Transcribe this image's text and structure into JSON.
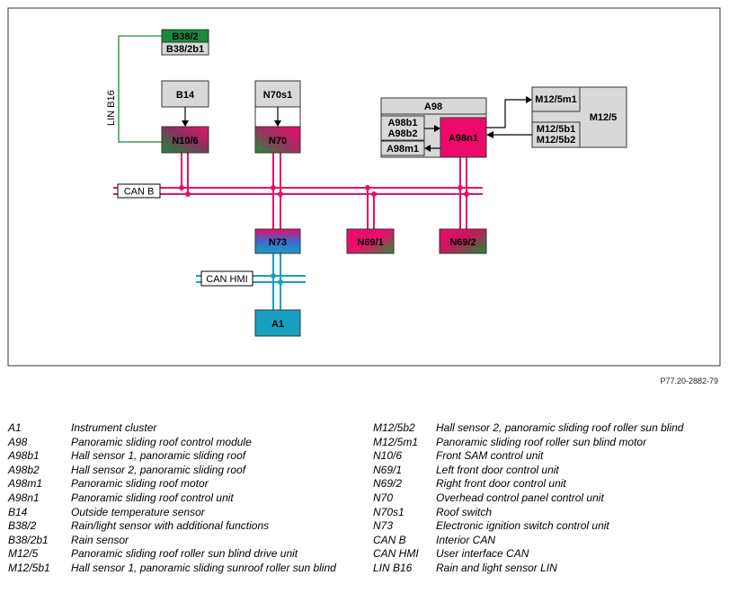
{
  "components": {
    "b38_2": "B38/2",
    "b38_2b1": "B38/2b1",
    "b14": "B14",
    "n70s1": "N70s1",
    "a98": "A98",
    "a98b1": "A98b1",
    "a98b2": "A98b2",
    "a98m1": "A98m1",
    "a98n1": "A98n1",
    "m12_5": "M12/5",
    "m12_5m1": "M12/5m1",
    "m12_5b1": "M12/5b1",
    "m12_5b2": "M12/5b2",
    "n10_6": "N10/6",
    "n70": "N70",
    "n73": "N73",
    "n69_1": "N69/1",
    "n69_2": "N69/2",
    "a1": "A1"
  },
  "bus": {
    "lin_b16": "LIN B16",
    "can_b": "CAN B",
    "can_hmi": "CAN HMI"
  },
  "figure_ref": "P77.20-2882-79",
  "legend_left": [
    {
      "code": "A1",
      "desc": "Instrument cluster"
    },
    {
      "code": "A98",
      "desc": "Panoramic sliding roof control module"
    },
    {
      "code": "A98b1",
      "desc": "Hall sensor 1, panoramic sliding roof"
    },
    {
      "code": "A98b2",
      "desc": "Hall sensor 2, panoramic sliding roof"
    },
    {
      "code": "A98m1",
      "desc": "Panoramic sliding roof motor"
    },
    {
      "code": "A98n1",
      "desc": "Panoramic sliding roof control unit"
    },
    {
      "code": "B14",
      "desc": "Outside temperature sensor"
    },
    {
      "code": "B38/2",
      "desc": "Rain/light sensor with additional functions"
    },
    {
      "code": "B38/2b1",
      "desc": "Rain sensor"
    },
    {
      "code": "M12/5",
      "desc": "Panoramic sliding roof roller sun blind drive unit"
    },
    {
      "code": "M12/5b1",
      "desc": "Hall sensor 1, panoramic sliding sunroof roller sun blind"
    }
  ],
  "legend_right": [
    {
      "code": "M12/5b2",
      "desc": "Hall sensor 2, panoramic sliding roof roller sun blind"
    },
    {
      "code": "M12/5m1",
      "desc": "Panoramic sliding roof roller sun blind motor"
    },
    {
      "code": "N10/6",
      "desc": "Front SAM control unit"
    },
    {
      "code": "N69/1",
      "desc": "Left front door control unit"
    },
    {
      "code": "N69/2",
      "desc": "Right front door control unit"
    },
    {
      "code": "N70",
      "desc": "Overhead control panel control unit"
    },
    {
      "code": "N70s1",
      "desc": "Roof switch"
    },
    {
      "code": "N73",
      "desc": "Electronic ignition switch control unit"
    },
    {
      "code": "CAN B",
      "desc": "Interior CAN"
    },
    {
      "code": "CAN HMI",
      "desc": "User interface CAN"
    },
    {
      "code": "LIN B16",
      "desc": "Rain and light sensor LIN"
    }
  ]
}
